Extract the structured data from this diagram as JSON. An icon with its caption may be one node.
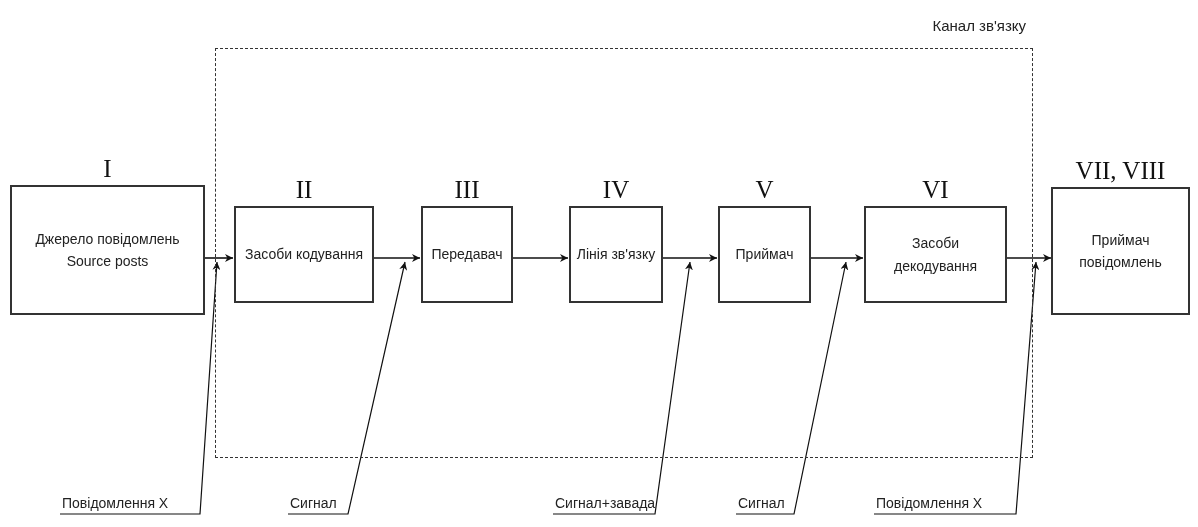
{
  "diagram": {
    "nodes": [
      {
        "text": [
          "Канал зв'язку"
        ]
      },
      {
        "text": [
          "I",
          "Джерело повідомлень",
          "Source posts"
        ]
      },
      {
        "text": [
          "II",
          "Засоби кодування"
        ],
        "in": 0
      },
      {
        "text": [
          "III",
          "Передавач"
        ],
        "in": 0
      },
      {
        "text": [
          "IV",
          "Лінія зв'язку"
        ],
        "in": 0
      },
      {
        "text": [
          "V",
          "Приймач"
        ],
        "in": 0
      },
      {
        "text": [
          "VI",
          "Засоби декодування"
        ],
        "in": 0
      },
      {
        "text": [
          "VII, VIII",
          "Приймач повідомлень"
        ]
      },
      {
        "text": [
          "Повідомлення X"
        ]
      },
      {
        "text": [
          "Сигнал"
        ]
      },
      {
        "text": [
          "Сигнал+завада"
        ]
      },
      {
        "text": [
          "Сигнал"
        ]
      },
      {
        "text": [
          "Повідомлення X"
        ]
      }
    ],
    "edges": [
      {
        "from": 1,
        "to": 2,
        "arrow": "to"
      },
      {
        "from": 2,
        "to": 3,
        "arrow": "to"
      },
      {
        "from": 3,
        "to": 4,
        "arrow": "to"
      },
      {
        "from": 4,
        "to": 5,
        "arrow": "to"
      },
      {
        "from": 5,
        "to": 6,
        "arrow": "to"
      },
      {
        "from": 6,
        "to": 7,
        "arrow": "to"
      },
      {
        "from": 8,
        "to": 2,
        "arrow": "to"
      },
      {
        "from": 9,
        "to": 3,
        "arrow": "to"
      },
      {
        "from": 10,
        "to": 4,
        "arrow": "to"
      },
      {
        "from": 11,
        "to": 6,
        "arrow": "to"
      },
      {
        "from": 12,
        "to": 7,
        "arrow": "to"
      }
    ]
  }
}
